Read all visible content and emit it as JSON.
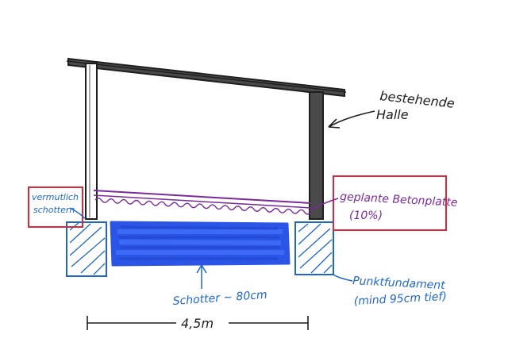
{
  "labels": {
    "existing_hall_line1": "bestehende",
    "existing_hall_line2": "Halle",
    "gravel_note_line1": "vermutlich",
    "gravel_note_line2": "schottern",
    "planned_slab_line1": "geplante Betonplatte",
    "planned_slab_line2": "(10%)",
    "point_foundation_line1": "Punktfundament",
    "point_foundation_line2": "(mind 95cm tief)",
    "gravel_fill": "Schotter ~ 80cm",
    "width_dimension": "4,5m"
  },
  "colors": {
    "structure": "#2a2a2a",
    "column_fill": "#4a4a4a",
    "annotation_red": "#d8283c",
    "annotation_blue": "#1f66cc",
    "slab_purple": "#7b2a9c",
    "gravel_fill": "#2a55e6"
  }
}
